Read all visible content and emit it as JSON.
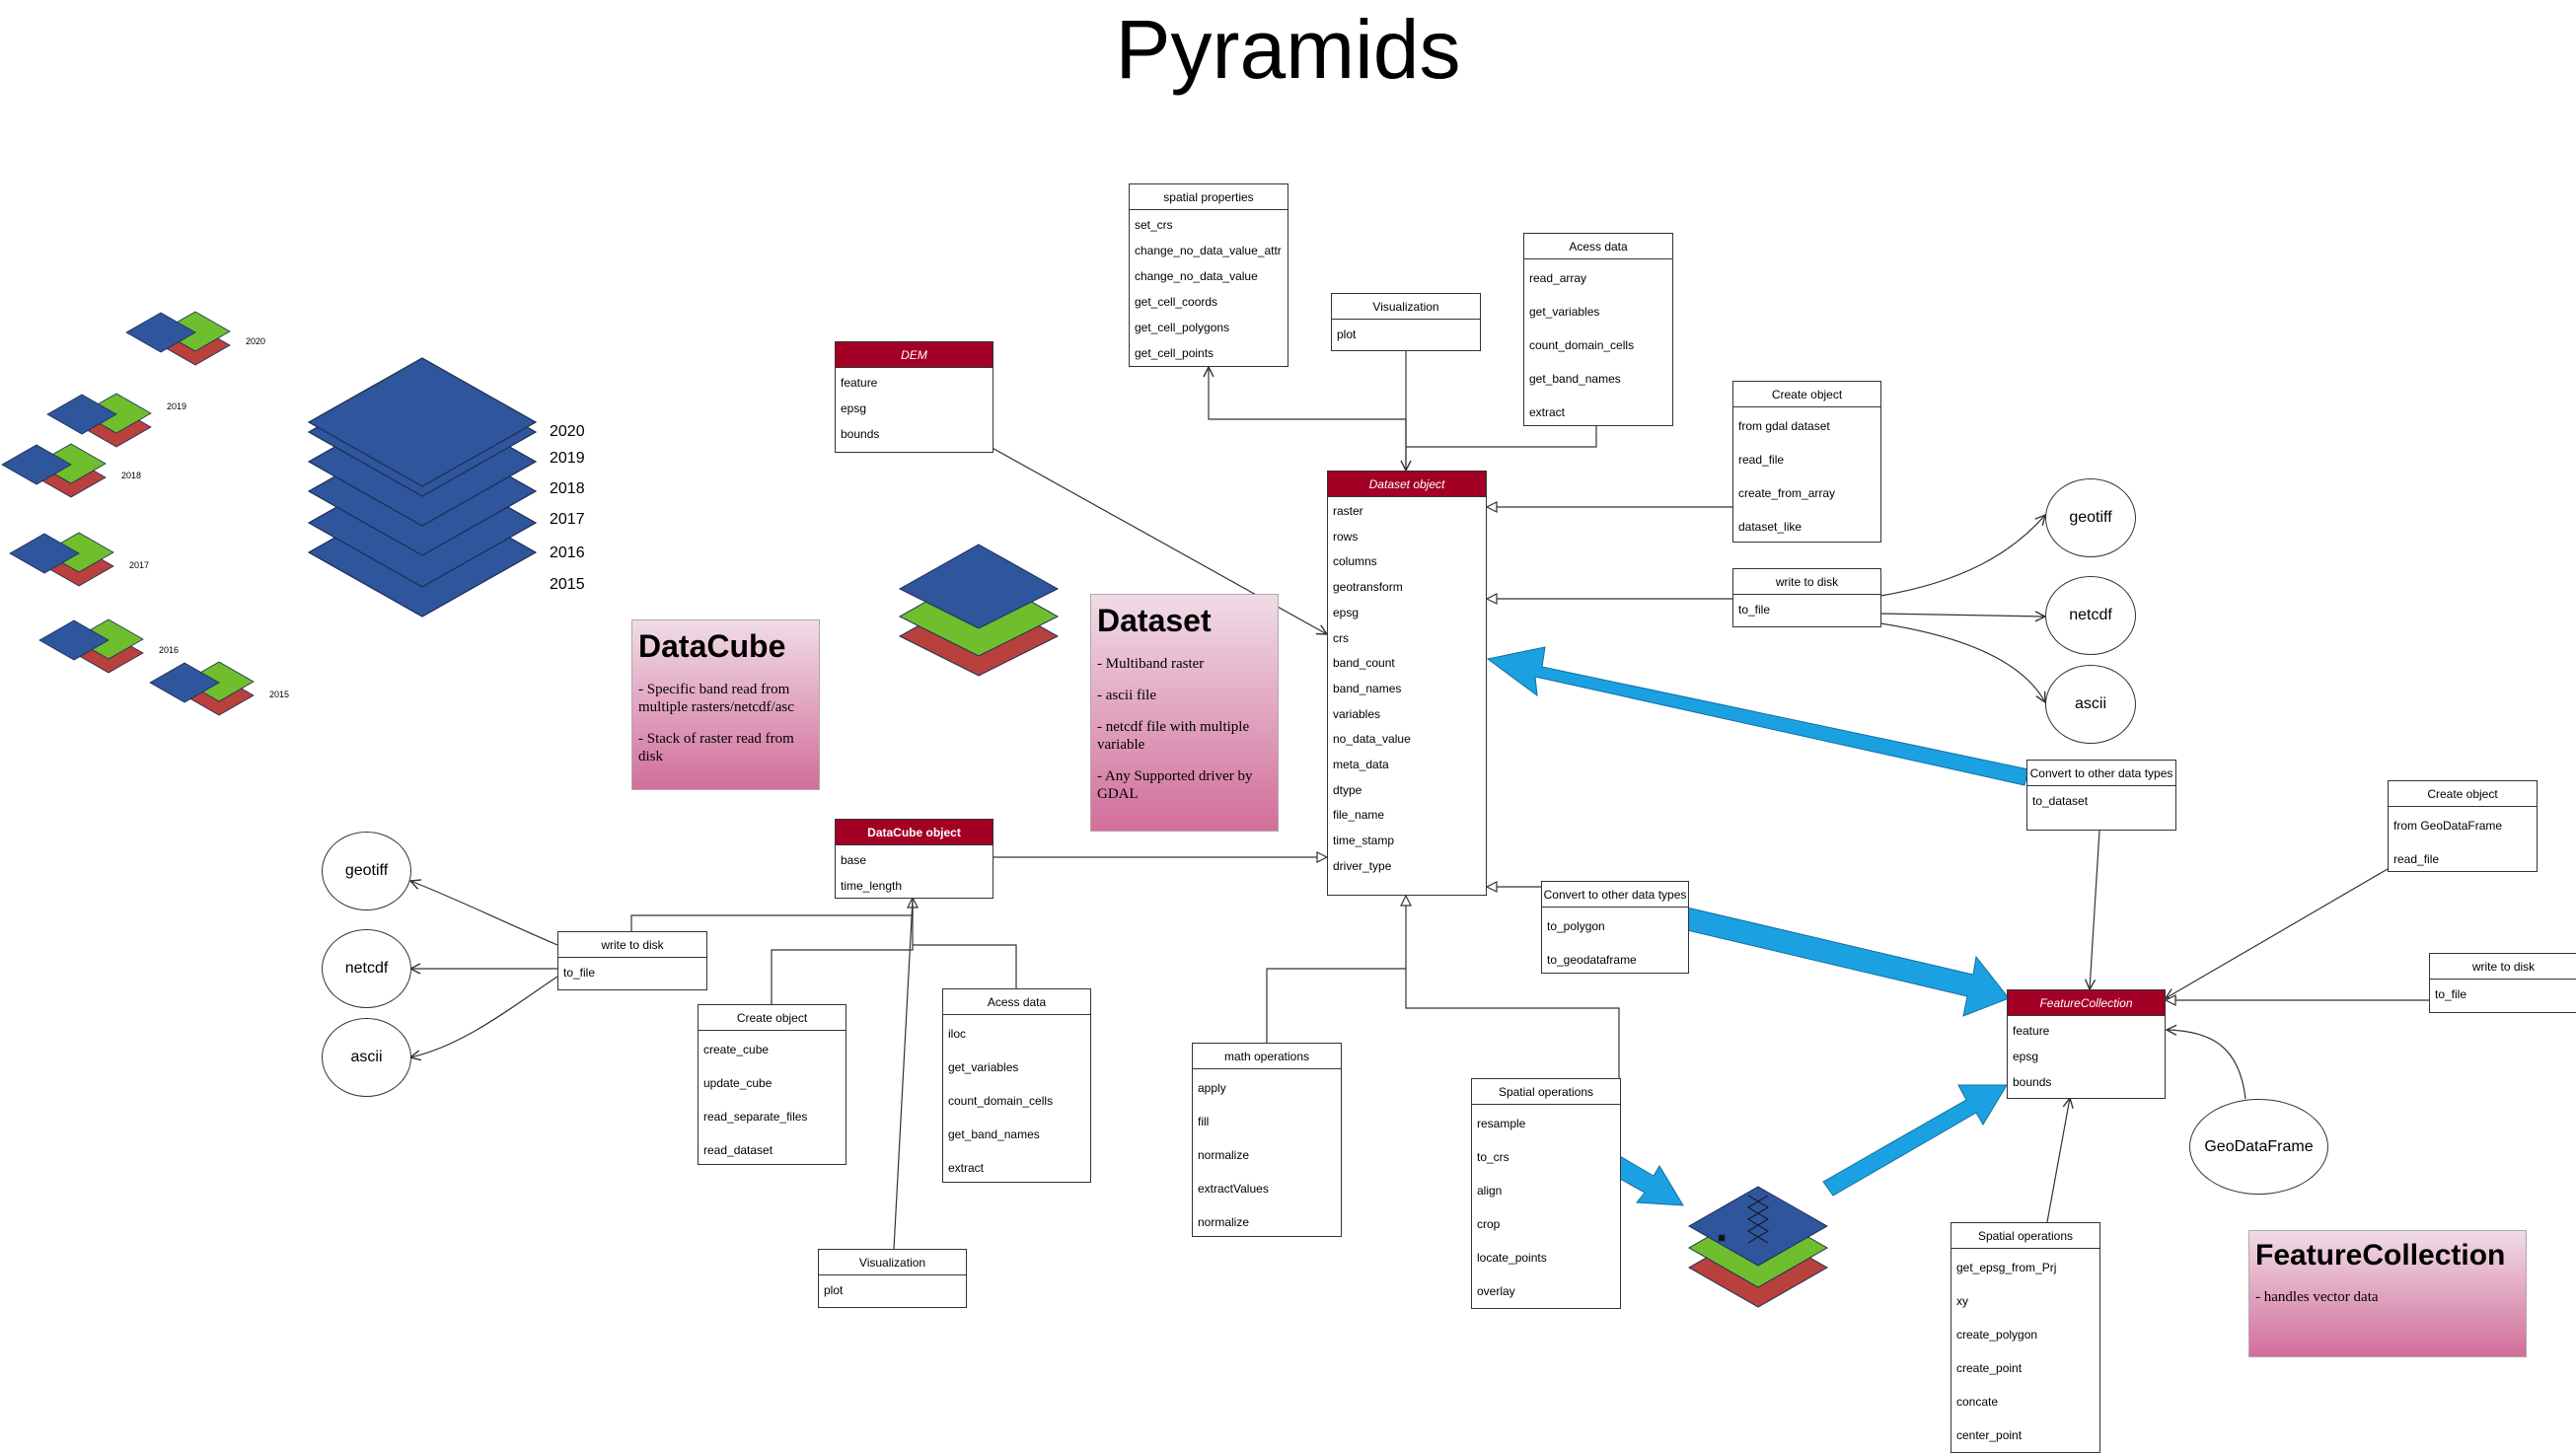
{
  "title": "Pyramids",
  "boxes": {
    "spatial_properties": {
      "header": "spatial properties",
      "items": [
        "set_crs",
        "change_no_data_value_attr",
        "change_no_data_value",
        "get_cell_coords",
        "get_cell_polygons",
        "get_cell_points"
      ]
    },
    "visualization_top": {
      "header": "Visualization",
      "items": [
        "plot"
      ]
    },
    "access_data_top": {
      "header": "Acess data",
      "items": [
        "read_array",
        "get_variables",
        "count_domain_cells",
        "get_band_names",
        "extract"
      ]
    },
    "dem": {
      "header": "DEM",
      "items": [
        "feature",
        "epsg",
        "bounds"
      ]
    },
    "create_object_top": {
      "header": "Create object",
      "items": [
        "from gdal dataset",
        "read_file",
        "create_from_array",
        "dataset_like"
      ]
    },
    "dataset_object": {
      "header": "Dataset object",
      "items": [
        "raster",
        "rows",
        "columns",
        "geotransform",
        "epsg",
        "crs",
        "band_count",
        "band_names",
        "variables",
        "no_data_value",
        "meta_data",
        "dtype",
        "file_name",
        "time_stamp",
        "driver_type"
      ]
    },
    "write_disk_top": {
      "header": "write to disk",
      "items": [
        "to_file"
      ]
    },
    "convert_dataset": {
      "header": "Convert to other data types",
      "items": [
        "to_dataset"
      ]
    },
    "create_object_fc": {
      "header": "Create object",
      "items": [
        "from GeoDataFrame",
        "read_file"
      ]
    },
    "datacube_object": {
      "header": "DataCube object",
      "items": [
        "base",
        "time_length"
      ]
    },
    "convert_polygon": {
      "header": "Convert to other data types",
      "items": [
        "to_polygon",
        "to_geodataframe"
      ]
    },
    "write_disk_fc": {
      "header": "write to disk",
      "items": [
        "to_file"
      ]
    },
    "write_disk_cube": {
      "header": "write to disk",
      "items": [
        "to_file"
      ]
    },
    "feature_collection": {
      "header": "FeatureCollection",
      "items": [
        "feature",
        "epsg",
        "bounds"
      ]
    },
    "create_object_cube": {
      "header": "Create object",
      "items": [
        "create_cube",
        "update_cube",
        "read_separate_files",
        "read_dataset"
      ]
    },
    "access_data_cube": {
      "header": "Acess data",
      "items": [
        "iloc",
        "get_variables",
        "count_domain_cells",
        "get_band_names",
        "extract"
      ]
    },
    "math_operations": {
      "header": "math operations",
      "items": [
        "apply",
        "fill",
        "normalize",
        "extractValues",
        "normalize"
      ]
    },
    "spatial_operations_ds": {
      "header": "Spatial operations",
      "items": [
        "resample",
        "to_crs",
        "align",
        "crop",
        "locate_points",
        "overlay"
      ]
    },
    "spatial_operations_fc": {
      "header": "Spatial operations",
      "items": [
        "get_epsg_from_Prj",
        "xy",
        "create_polygon",
        "create_point",
        "concate",
        "center_point"
      ]
    },
    "visualization_cube": {
      "header": "Visualization",
      "items": [
        "plot"
      ]
    }
  },
  "ellipses": {
    "geotiff_right": "geotiff",
    "netcdf_right": "netcdf",
    "ascii_right": "ascii",
    "geotiff_left": "geotiff",
    "netcdf_left": "netcdf",
    "ascii_left": "ascii",
    "geodataframe": "GeoDataFrame"
  },
  "notes": {
    "datacube": {
      "title": "DataCube",
      "lines": [
        "- Specific band read from multiple rasters/netcdf/asc",
        "- Stack of raster read from disk"
      ]
    },
    "dataset": {
      "title": "Dataset",
      "lines": [
        "- Multiband raster",
        "- ascii file",
        "- netcdf file with multiple variable",
        "- Any Supported driver by GDAL"
      ]
    },
    "featurecollection": {
      "title": "FeatureCollection",
      "lines": [
        "- handles vector data"
      ]
    }
  },
  "years_stack": [
    "2020",
    "2019",
    "2018",
    "2017",
    "2016",
    "2015"
  ],
  "years_scattered": [
    "2020",
    "2019",
    "2018",
    "2017",
    "2016",
    "2015"
  ],
  "colors": {
    "blue": "#2f559c",
    "green": "#6fbe2e",
    "red": "#b8403d",
    "header_red": "#a20025",
    "arrow_blue": "#1ba1e2"
  }
}
